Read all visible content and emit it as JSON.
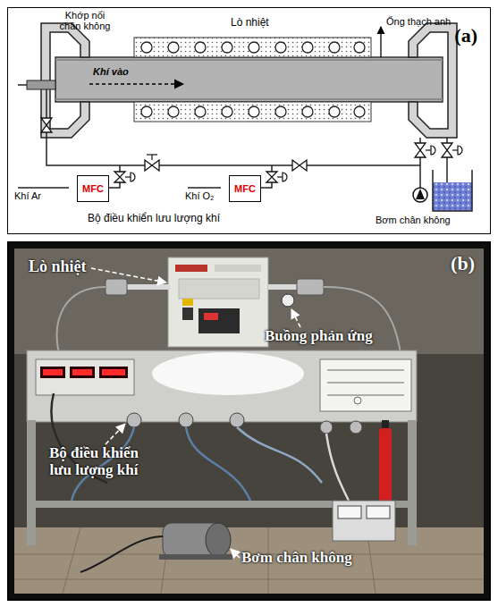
{
  "diagram": {
    "nodes": [
      {
        "text": [
          "(a)"
        ]
      },
      {
        "text": [
          "MFC"
        ],
        "in": 0
      },
      {
        "text": [
          "MFC"
        ],
        "in": 0
      },
      {
        "text": [
          "(b)"
        ]
      }
    ],
    "labels": [
      "Khớp nối chân không",
      "Lò nhiệt",
      "Ống thạch anh",
      "Khí vào",
      "Khí Ar",
      "Khí O₂",
      "Bộ điều khiển lưu lượng khí",
      "Bơm chân không",
      "Lò nhiệt",
      "Buồng phản ứng",
      "Bộ điều khiển lưu lượng khí",
      "Bơm chân không"
    ]
  }
}
